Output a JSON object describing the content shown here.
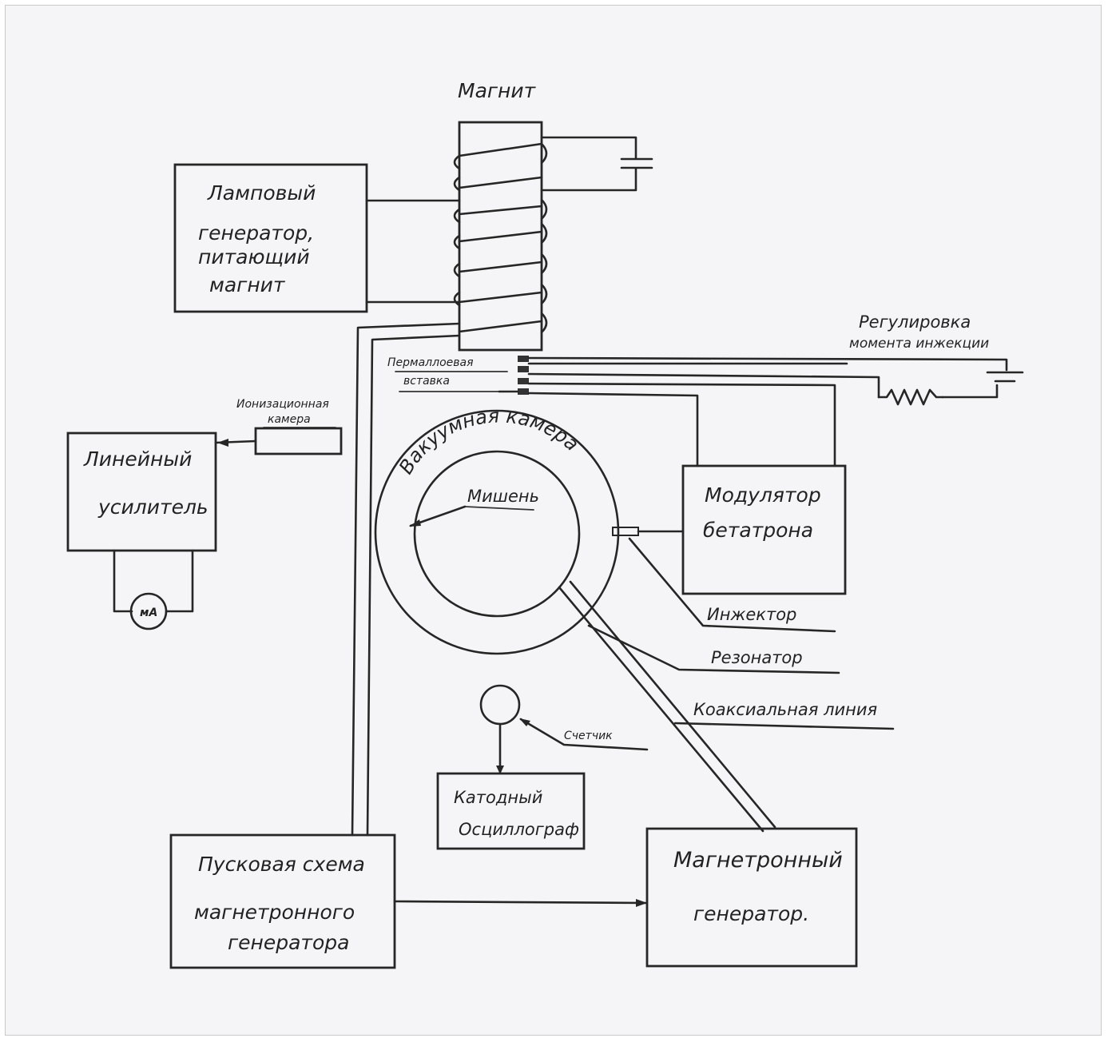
{
  "labels": {
    "magnet": "Магнит",
    "tube_generator": [
      "Ламповый",
      "генератор,",
      "питающий",
      "магнит"
    ],
    "regulation": [
      "Регулировка",
      "момента инжекции"
    ],
    "permalloy_strip": [
      "Пермаллоевая",
      "вставка"
    ],
    "ionization_chamber": [
      "Ионизационная",
      "камера"
    ],
    "linear_amplifier": [
      "Линейный",
      "усилитель"
    ],
    "microammeter": "мА",
    "vacuum_chamber": "Вакуумная камера",
    "target": "Мишень",
    "betatron_modulator": [
      "Модулятор",
      "бетатрона"
    ],
    "injector": "Инжектор",
    "resonator": "Резонатор",
    "coaxial_line": "Коаксиальная линия",
    "counter": "Счетчик",
    "cathode_oscillograph": [
      "Катодный",
      "Осциллограф"
    ],
    "trigger_circuit": [
      "Пусковая схема",
      "магнетронного",
      "генератора"
    ],
    "magnetron_generator": [
      "Магнетронный",
      "генератор."
    ]
  }
}
